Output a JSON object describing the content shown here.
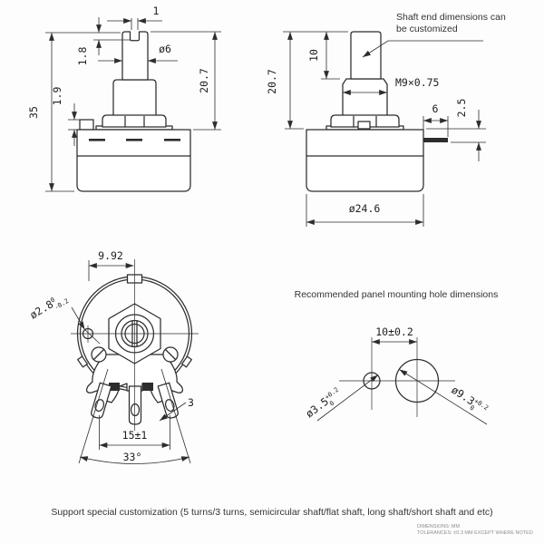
{
  "annotations": {
    "shaft_note_line1": "Shaft end dimensions can",
    "shaft_note_line2": "be customized",
    "panel_hole_title": "Recommended panel mounting hole dimensions",
    "bottom_note": "Support special customization (5 turns/3 turns, semicircular shaft/flat shaft, long shaft/short shaft and etc)",
    "footer_line1": "DIMENSIONS: MM",
    "footer_line2": "TOLERANCES: ±0.3 MM EXCEPT WHERE NOTED"
  },
  "front_view": {
    "slot_width": "1",
    "slot_depth": "1.8",
    "shaft_diameter": "ø6",
    "locating_tab_height": "1.9",
    "total_height": "35",
    "upper_height": "20.7"
  },
  "side_view": {
    "upper_height": "20.7",
    "shaft_end_length": "10",
    "thread_spec": "M9×0.75",
    "lug_length": "6",
    "lug_offset": "2.5",
    "body_diameter": "ø24.6"
  },
  "top_view": {
    "tab_offset": "9.92",
    "tab_hole_dia": "ø2.8",
    "tab_hole_tol_upper": "0",
    "tab_hole_tol_lower": "-0.2",
    "terminal_pitch": "15±1",
    "terminal_angle": "33°",
    "terminal_width": "3"
  },
  "panel_view": {
    "hole_pitch": "10±0.2",
    "small_hole_dia": "ø3.5",
    "small_hole_tol_upper": "+0.2",
    "small_hole_tol_lower": "0",
    "large_hole_dia": "ø9.3",
    "large_hole_tol_upper": "+0.2",
    "large_hole_tol_lower": "0"
  }
}
